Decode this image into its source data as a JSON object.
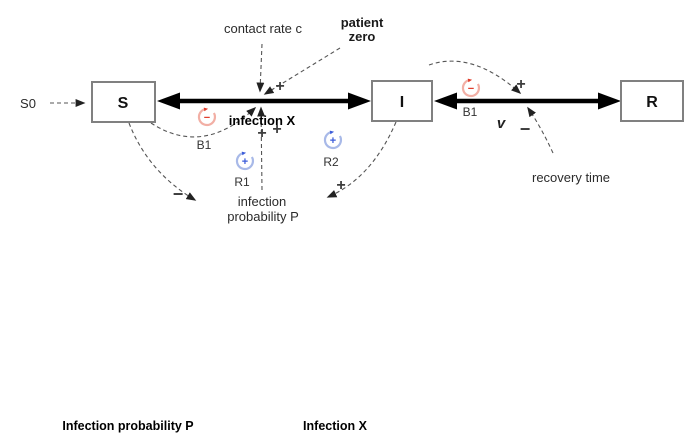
{
  "diagram": {
    "stocks": [
      {
        "label": "S"
      },
      {
        "label": "I"
      },
      {
        "label": "R"
      }
    ],
    "flow_labels": {
      "infection": "infection X",
      "recovery": "v"
    },
    "variables": {
      "s0": "S0",
      "contact_rate": "contact rate c",
      "patient_zero_line1": "patient",
      "patient_zero_line2": "zero",
      "infection_prob_line1": "infection",
      "infection_prob_line2": "probability P",
      "recovery_time": "recovery time"
    },
    "loops": [
      {
        "label": "B1",
        "polarity": "−",
        "type": "balancing"
      },
      {
        "label": "R1",
        "polarity": "+",
        "type": "reinforcing"
      },
      {
        "label": "R2",
        "polarity": "+",
        "type": "reinforcing"
      },
      {
        "label": "B1",
        "polarity": "−",
        "type": "balancing"
      }
    ],
    "signs": {
      "plus": "+",
      "minus": "−"
    },
    "colors": {
      "balancing": "#e03b2a",
      "balancing_light": "#f2afa5",
      "reinforcing": "#3a5bd9",
      "reinforcing_light": "#a8b9e8",
      "flow": "#000000",
      "link": "#555555"
    },
    "footer": [
      "Infection probability P",
      "Infection X"
    ]
  }
}
